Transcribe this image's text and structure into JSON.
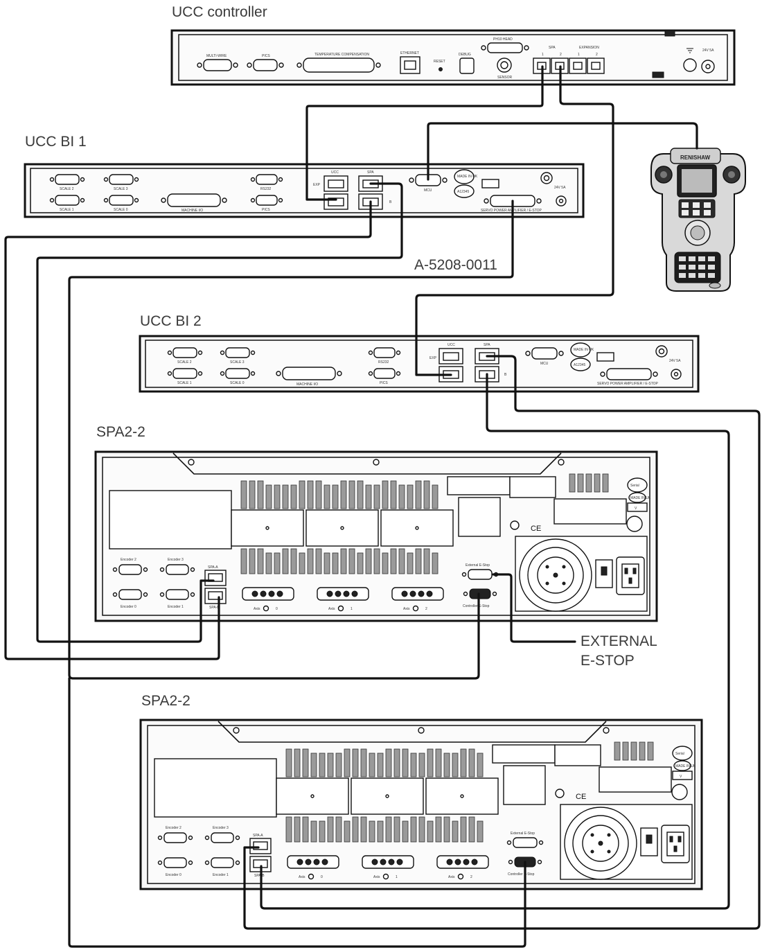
{
  "labels": {
    "ucc_controller": "UCC controller",
    "ucc_bi_1": "UCC BI 1",
    "ucc_bi_2": "UCC BI 2",
    "spa_top": "SPA2-2",
    "spa_bottom": "SPA2-2",
    "cable_part": "A-5208-0011",
    "external_estop_1": "EXTERNAL",
    "external_estop_2": "E-STOP"
  },
  "controller_ports": {
    "multi_wire": "MULTI-WIRE",
    "pics": "PICS",
    "temp_comp": "TEMPERATURE COMPENSATION",
    "ethernet": "ETHERNET",
    "reset": "RESET",
    "debug": "DEBUG",
    "probe_head": "PH10 HEAD",
    "sensor": "SENSOR",
    "spa": "SPA",
    "spa_1": "1",
    "spa_2": "2",
    "expansion": "EXPANSION",
    "exp_1": "1",
    "exp_2": "2",
    "power": "24V 5A"
  },
  "bi_ports": {
    "scale_0": "SCALE 0",
    "scale_1": "SCALE 1",
    "scale_2": "SCALE 2",
    "scale_3": "SCALE 3",
    "machine_io": "MACHINE I/O",
    "rs232": "RS232",
    "pics": "PICS",
    "ucc": "UCC",
    "exp": "EXP",
    "spa": "SPA",
    "spa_b": "B",
    "mcu": "MCU",
    "made_in_uk": "MADE IN UK",
    "code": "A12345",
    "servo": "SERVO POWER AMPLIFIER / E-STOP",
    "power": "24V 5A"
  },
  "spa_ports": {
    "encoder_0": "Encoder 0",
    "encoder_1": "Encoder 1",
    "encoder_2": "Encoder 2",
    "encoder_3": "Encoder 3",
    "spa_a": "SPA-A",
    "spa_b": "SPA-B",
    "axis": "Axis",
    "axis_0": "0",
    "axis_1": "1",
    "axis_2": "2",
    "external_estop": "External E-Stop",
    "controller_estop": "Controller E-Stop",
    "serial": "Serial",
    "made_in_uk": "MADE IN UK",
    "v": "V",
    "ce": "CE"
  },
  "pendant": {
    "brand": "RENISHAW"
  },
  "colors": {
    "line": "#111111",
    "panel_fill": "#f7f7f7",
    "label": "#3a3a3a"
  }
}
